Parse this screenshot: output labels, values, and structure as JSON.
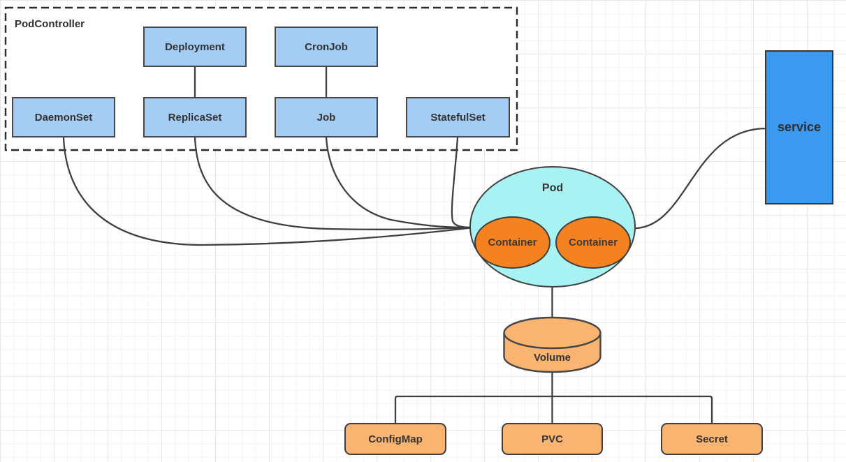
{
  "diagram": {
    "group_label": "PodController",
    "nodes": {
      "deployment": "Deployment",
      "cronjob": "CronJob",
      "daemonset": "DaemonSet",
      "replicaset": "ReplicaSet",
      "job": "Job",
      "statefulset": "StatefulSet",
      "pod": "Pod",
      "container_left": "Container",
      "container_right": "Container",
      "service": "service",
      "volume": "Volume",
      "configmap": "ConfigMap",
      "pvc": "PVC",
      "secret": "Secret"
    },
    "edges": [
      {
        "from": "Deployment",
        "to": "ReplicaSet"
      },
      {
        "from": "CronJob",
        "to": "Job"
      },
      {
        "from": "DaemonSet",
        "to": "Pod"
      },
      {
        "from": "ReplicaSet",
        "to": "Pod"
      },
      {
        "from": "Job",
        "to": "Pod"
      },
      {
        "from": "StatefulSet",
        "to": "Pod"
      },
      {
        "from": "Pod",
        "to": "service"
      },
      {
        "from": "Pod",
        "to": "Volume"
      },
      {
        "from": "Volume",
        "to": "ConfigMap"
      },
      {
        "from": "Volume",
        "to": "PVC"
      },
      {
        "from": "Volume",
        "to": "Secret"
      }
    ],
    "colors": {
      "controller_fill": "#A5CCF3",
      "controller_stroke": "#474747",
      "service_fill": "#3B99F0",
      "pod_fill": "#A9F2F3",
      "container_fill": "#F58220",
      "orange_fill": "#F9B471",
      "edge_stroke": "#3F3F3F",
      "label_color": "#333333",
      "group_border": "#2B2B2B",
      "grid_minor": "#F3F3F3",
      "grid_major": "#E7E7E7",
      "canvas_bg": "#FFFFFF"
    }
  }
}
